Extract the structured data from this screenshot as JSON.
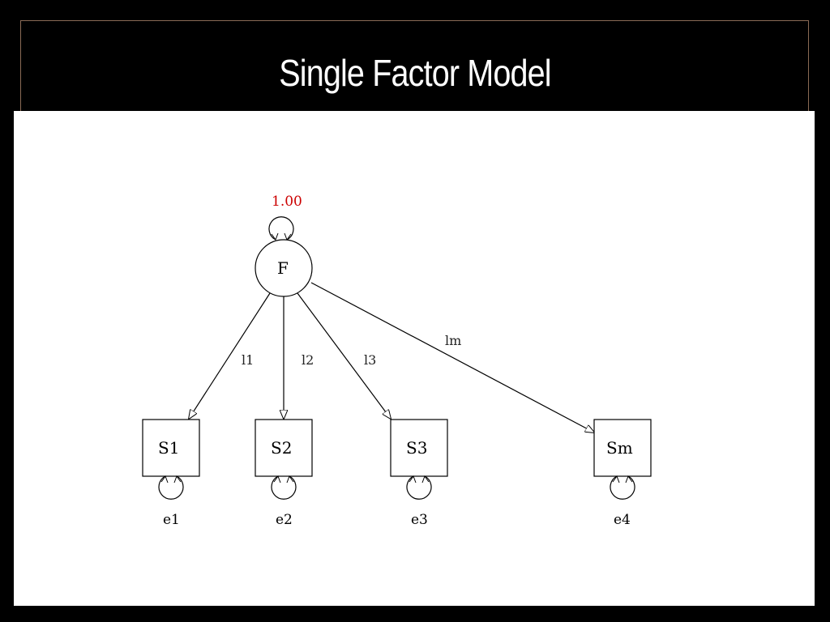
{
  "slide": {
    "title": "Single Factor Model"
  },
  "diagram": {
    "factor": {
      "label": "F",
      "variance_label": "1.00",
      "variance_color": "#cc0000"
    },
    "indicators": [
      {
        "label": "S1",
        "loading_label": "l1",
        "error_label": "e1"
      },
      {
        "label": "S2",
        "loading_label": "l2",
        "error_label": "e2"
      },
      {
        "label": "S3",
        "loading_label": "l3",
        "error_label": "e3"
      },
      {
        "label": "Sm",
        "loading_label": "lm",
        "error_label": "e4"
      }
    ]
  }
}
